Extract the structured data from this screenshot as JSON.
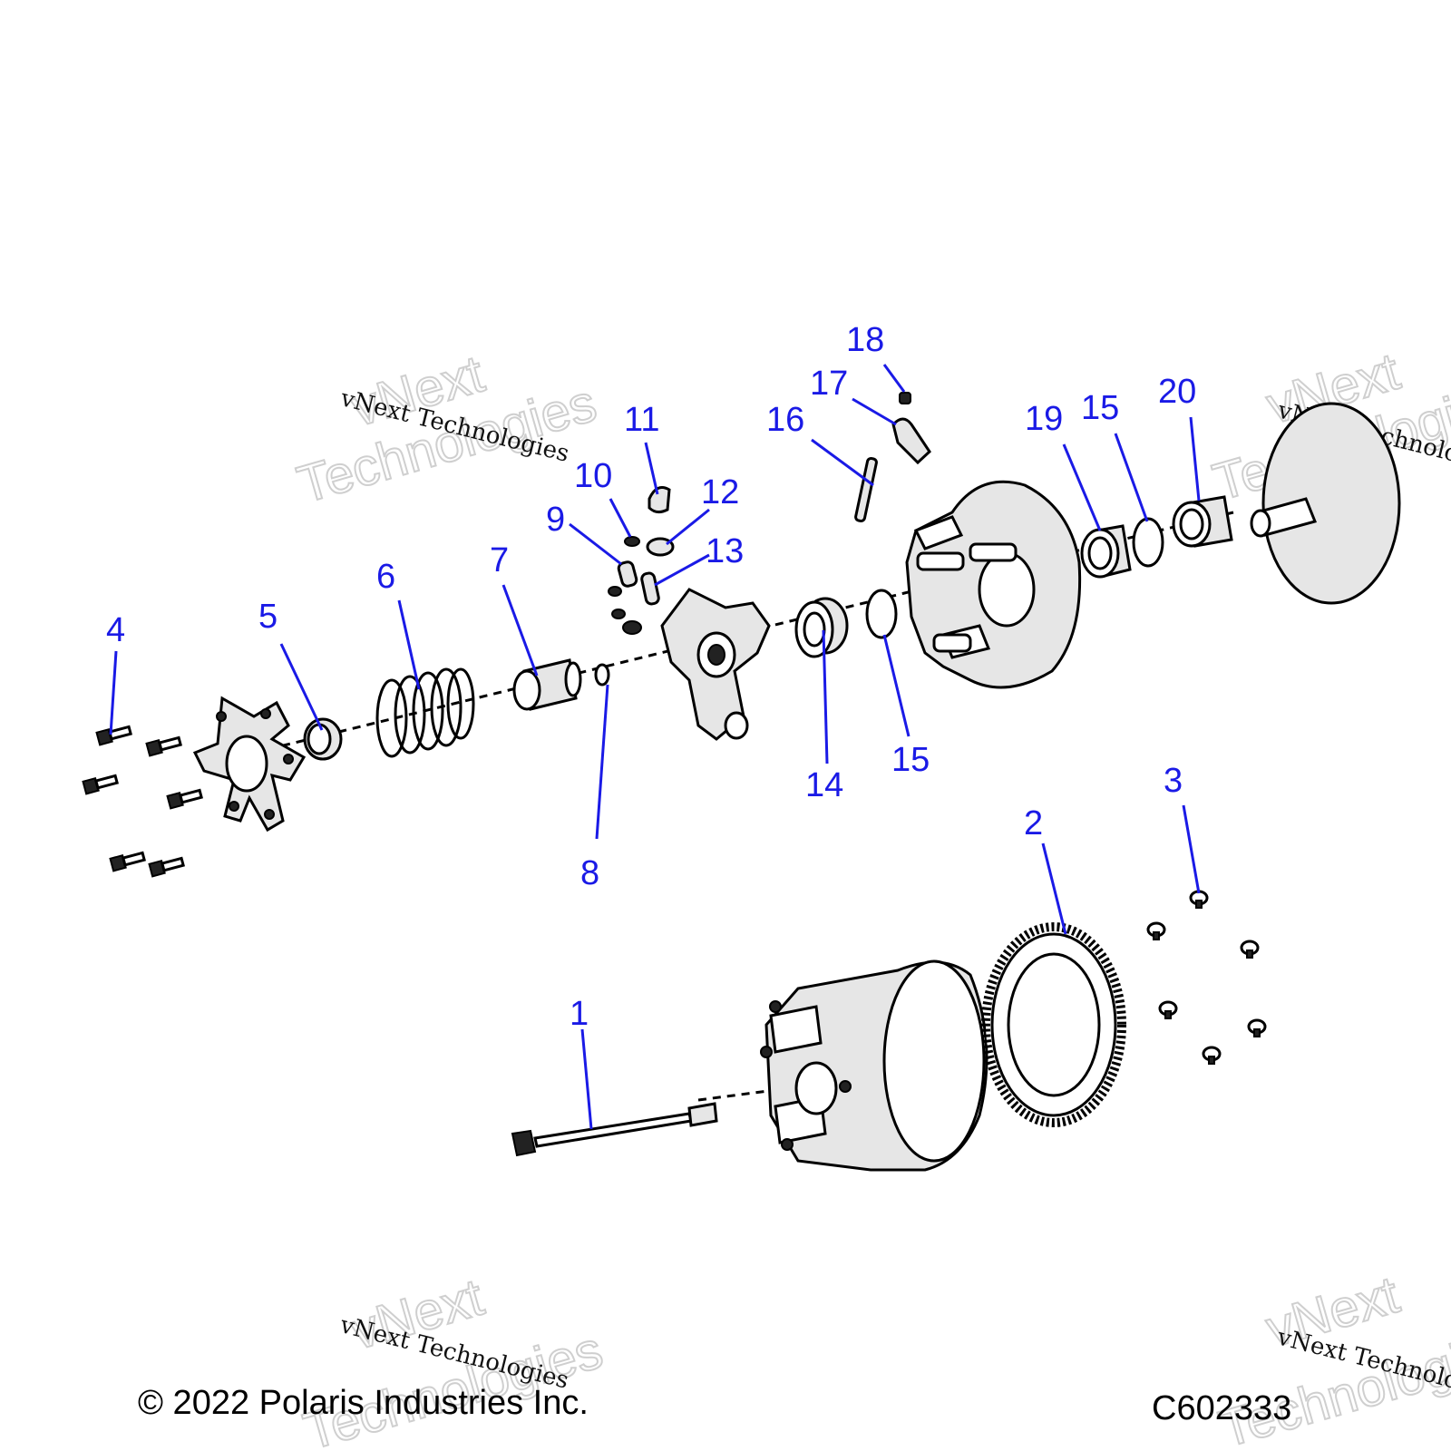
{
  "footer": {
    "copyright": "© 2022 Polaris Industries Inc.",
    "drawing_number": "C602333"
  },
  "watermark": {
    "small_text": "vNext Technologies",
    "large_text_line1": "vNext",
    "large_text_line2": "Technologies"
  },
  "callouts": [
    "1",
    "2",
    "3",
    "4",
    "5",
    "6",
    "7",
    "8",
    "9",
    "10",
    "11",
    "12",
    "13",
    "14",
    "15",
    "15",
    "16",
    "17",
    "18",
    "19",
    "20"
  ],
  "colors": {
    "callout": "#1a1ae6",
    "linework": "#000000",
    "watermark": "#cfcfcf"
  }
}
